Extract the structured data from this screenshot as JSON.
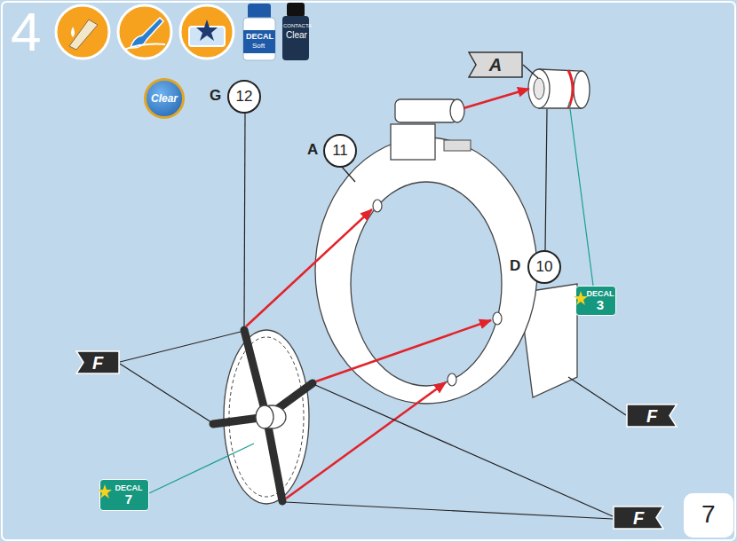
{
  "diagram": {
    "nodes": [
      {
        "text": [
          "A"
        ]
      },
      {
        "text": [
          "A",
          "11"
        ]
      },
      {
        "text": [
          "Clear"
        ]
      },
      {
        "text": [
          "G",
          "12"
        ]
      },
      {
        "text": [
          "D",
          "10"
        ]
      },
      {
        "text": [
          "DECAL",
          "3"
        ]
      },
      {
        "text": [
          "F"
        ]
      },
      {
        "text": [
          "F"
        ]
      },
      {
        "text": [
          "DECAL",
          "7"
        ]
      },
      {
        "text": [
          "F"
        ]
      }
    ],
    "labels": [
      "4",
      "DECAL",
      "Soft",
      "CONTACTA",
      "Clear",
      "7"
    ]
  }
}
